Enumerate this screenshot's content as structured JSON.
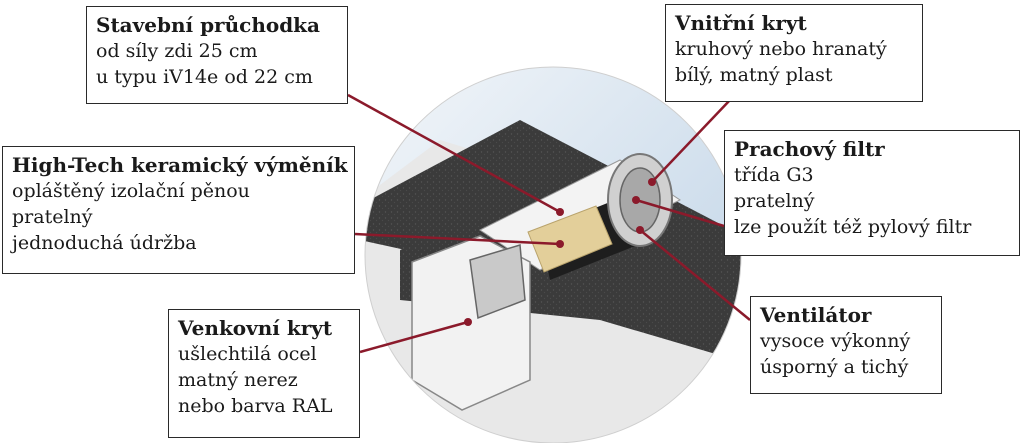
{
  "callouts": {
    "stavebni": {
      "title": "Stavební průchodka",
      "lines": [
        "od síly zdi 25 cm",
        "u typu iV14e od 22 cm"
      ]
    },
    "vnitrni": {
      "title": "Vnitřní kryt",
      "lines": [
        "kruhový nebo hranatý",
        "bílý, matný plast"
      ]
    },
    "hightech": {
      "title": "High-Tech keramický výměník",
      "lines": [
        "opláštěný izolační pěnou",
        "pratelný",
        "jednoduchá údržba"
      ]
    },
    "prachovy": {
      "title": "Prachový filtr",
      "lines": [
        "třída G3",
        "pratelný",
        "lze použít též pylový filtr"
      ]
    },
    "ventilator": {
      "title": "Ventilátor",
      "lines": [
        "vysoce výkonný",
        "úsporný a tichý"
      ]
    },
    "venkovni": {
      "title": "Venkovní kryt",
      "lines": [
        "ušlechtilá ocel",
        "matný nerez",
        "nebo barva RAL"
      ]
    }
  },
  "colors": {
    "leader": "#8b1a2b",
    "wall": "#3d3d3d",
    "sky": "#c7d8e8",
    "ground": "#e6e6e6",
    "box_border": "#2a2a2a",
    "ceramic": "#e3cf9a"
  }
}
